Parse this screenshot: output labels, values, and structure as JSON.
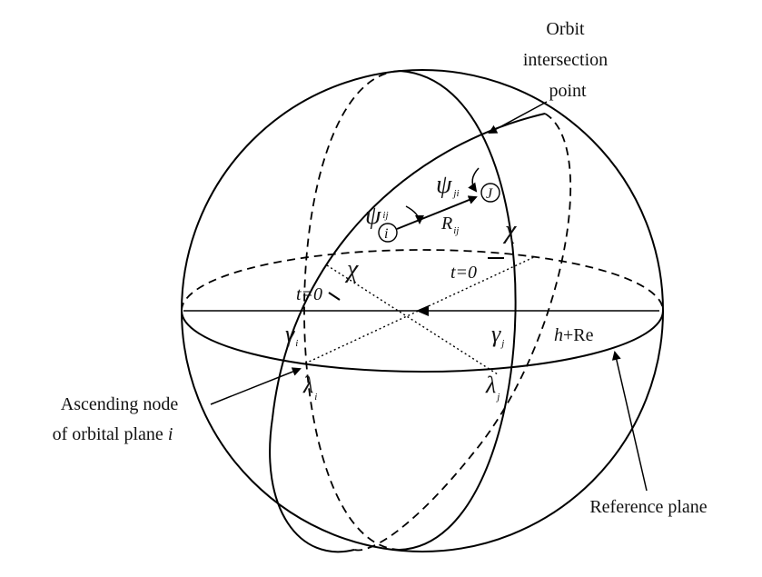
{
  "diagram": {
    "labels": {
      "orbit_intersection": [
        "Orbit",
        "intersection",
        "point"
      ],
      "ascending_node": [
        "Ascending node",
        "of orbital plane "
      ],
      "ascending_node_var": "i",
      "reference_plane": "Reference plane",
      "radius_h": "h",
      "radius_re": "+Re",
      "t0_left": "t=0",
      "t0_right": "t=0",
      "chi": "χ",
      "psi": "ψ",
      "gamma": "γ",
      "lambda": "λ",
      "R": "R",
      "sub_i": "i",
      "sub_j": "j",
      "sub_ij": "ij",
      "sub_ji": "ji",
      "sat_i": "i",
      "sat_j": "J"
    }
  }
}
